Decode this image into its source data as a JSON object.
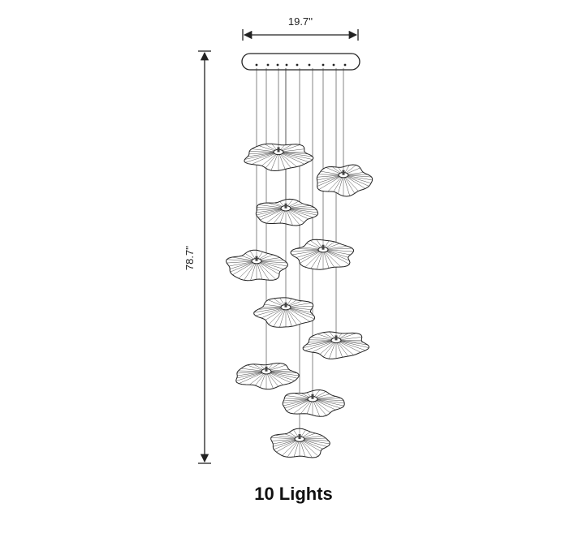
{
  "dimensions": {
    "width_label": "19.7''",
    "height_label": "78.7''"
  },
  "caption": "10 Lights",
  "icons": [
    "lotus-leaf-shade",
    "ceiling-canopy",
    "dimension-arrow"
  ]
}
